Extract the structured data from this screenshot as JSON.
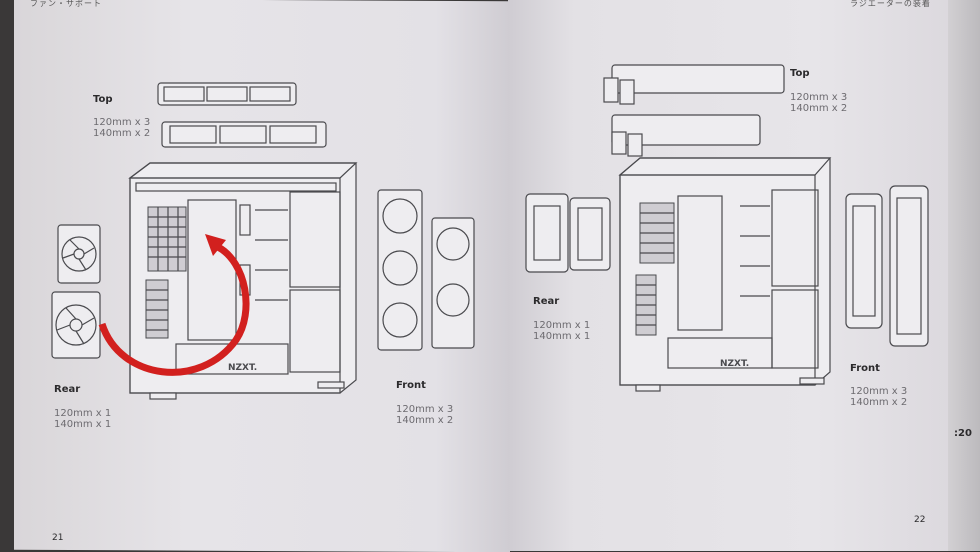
{
  "left_page": {
    "header_fragment": "ファン・サポート",
    "top": {
      "title": "Top",
      "spec_lines": [
        "120mm x 3",
        "140mm x 2"
      ]
    },
    "rear": {
      "title": "Rear",
      "spec_lines": [
        "120mm x 1",
        "140mm x 1"
      ]
    },
    "front": {
      "title": "Front",
      "spec_lines": [
        "120mm x 3",
        "140mm x 2"
      ]
    },
    "case_logo": "NZXT.",
    "page_number": "21"
  },
  "right_page": {
    "header_fragment": "ラジエーターの装着",
    "top": {
      "title": "Top",
      "spec_lines": [
        "120mm x 3",
        "140mm x 2"
      ]
    },
    "rear": {
      "title": "Rear",
      "spec_lines": [
        "120mm x 1",
        "140mm x 1"
      ]
    },
    "front": {
      "title": "Front",
      "spec_lines": [
        "120mm x 3",
        "140mm x 2"
      ]
    },
    "case_logo": "NZXT.",
    "page_number": "22"
  },
  "edge_page_number": ":20",
  "colors": {
    "arrow": "#d2201e",
    "paper": "#e4e2e6",
    "line": "#4a4a4e"
  }
}
